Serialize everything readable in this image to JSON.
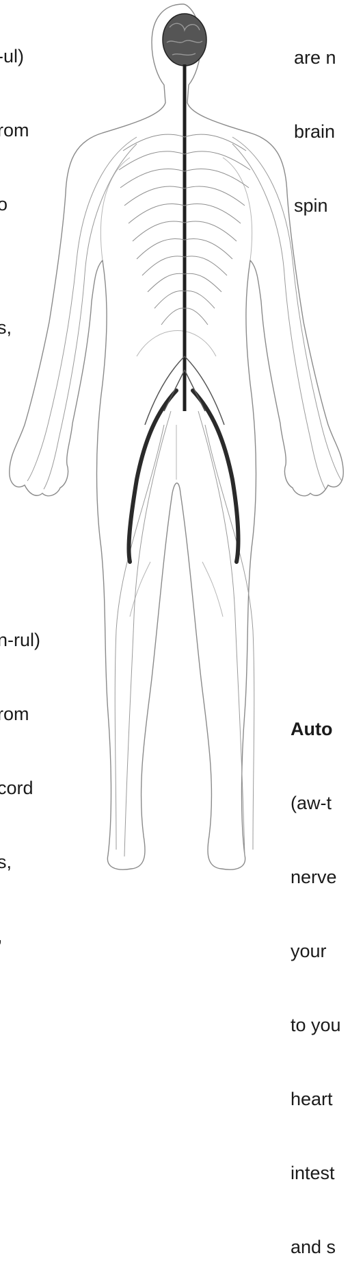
{
  "left_top_fragment": [
    "-ul)",
    "rom",
    "o",
    "",
    "s,"
  ],
  "right_top_fragment": [
    "are n",
    "brain",
    "spin"
  ],
  "left_bottom_fragment": [
    "n-rul)",
    "rom",
    "cord",
    "s,",
    ","
  ],
  "right_bottom_fragment": {
    "heading": "Auto",
    "lines": [
      "(aw-t",
      "nerve",
      "your",
      "to you",
      "heart",
      "intest",
      "and s"
    ]
  }
}
